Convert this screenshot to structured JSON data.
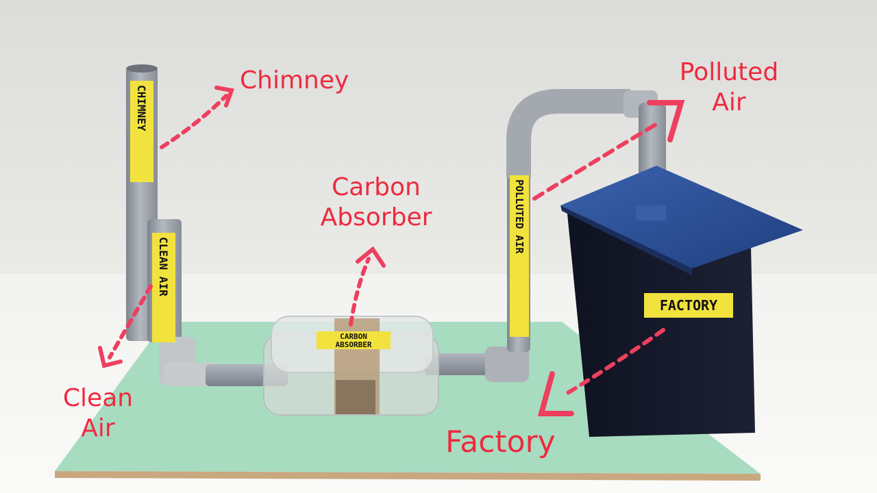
{
  "annotations": {
    "chimney": "Chimney",
    "polluted_air": [
      "Polluted",
      "Air"
    ],
    "carbon_absorber": [
      "Carbon",
      "Absorber"
    ],
    "clean_air": [
      "Clean",
      "Air"
    ],
    "factory": "Factory"
  },
  "tags": {
    "chimney": "CHIMNEY",
    "clean_air": "CLEAN AIR",
    "polluted_air": "POLLUTED AIR",
    "carbon_absorber": [
      "CARBON",
      "ABSORBER"
    ],
    "factory": "FACTORY"
  },
  "colors": {
    "annotation": "#ee2a3f",
    "pipe": "#9ea4ad",
    "base_board": "#a8dcc0",
    "roof": "#2c4f95",
    "factory_box": "#15192a",
    "tag": "#f2e23e"
  }
}
